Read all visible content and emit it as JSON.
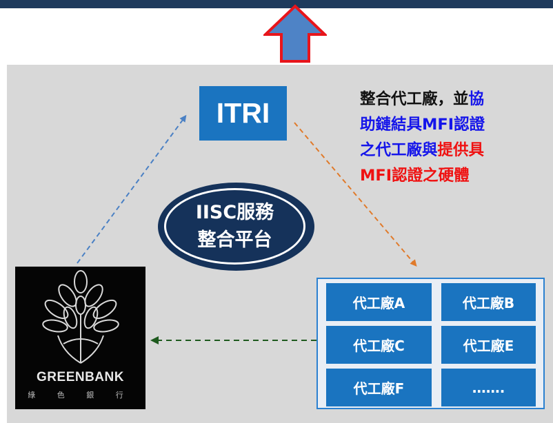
{
  "platform": {
    "node_itri": "ITRI",
    "center_line1": "IISC服務",
    "center_line2": "整合平台"
  },
  "note": {
    "segments": [
      {
        "text": "整合代工廠，並",
        "color": "black"
      },
      {
        "text": "協",
        "color": "blue"
      },
      {
        "text": "助鏈結具MFI認證",
        "color": "blue"
      },
      {
        "text": "之代工廠與",
        "color": "blue"
      },
      {
        "text": "提供具",
        "color": "red"
      },
      {
        "text": "MFI認證之硬體",
        "color": "red"
      }
    ]
  },
  "greenbank": {
    "name": "GREENBANK",
    "subtitle": "綠 色 銀 行"
  },
  "factories": [
    "代工廠A",
    "代工廠B",
    "代工廠C",
    "代工廠E",
    "代工廠F",
    "……."
  ],
  "colors": {
    "banner": "#1e3a5c",
    "arrow_fill": "#4e83c6",
    "arrow_border": "#e8151b",
    "panel": "#d8d8d8",
    "itri_blue": "#1a74c0",
    "ellipse": "#15325a",
    "arrow_blue_dashed": "#4a80c4",
    "arrow_orange_dashed": "#e07a2a",
    "arrow_green_dashed": "#1e5a1e"
  }
}
